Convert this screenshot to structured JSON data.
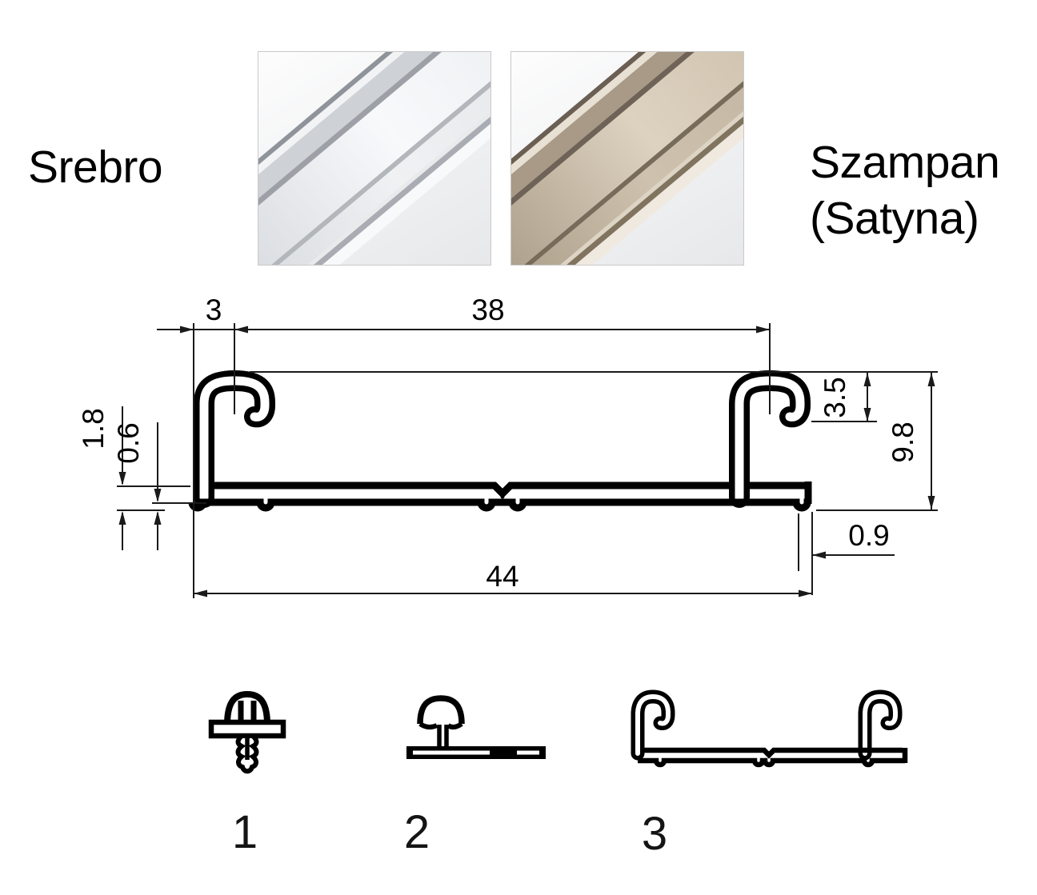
{
  "variants": {
    "silver": {
      "label": "Srebro",
      "color_hint": "#d9dbde"
    },
    "champagne": {
      "label_line1": "Szampan",
      "label_line2": "(Satyna)",
      "color_hint": "#a7977f"
    }
  },
  "drawing": {
    "dim_top_left_offset": "3",
    "dim_hook_span": "38",
    "dim_hook_depth": "3.5",
    "dim_total_height": "9.8",
    "dim_edge_thickness": "1.8",
    "dim_flange_thickness": "0.6",
    "dim_right_lip": "0.9",
    "dim_total_width": "44"
  },
  "footer_profiles": [
    {
      "num": "1"
    },
    {
      "num": "2"
    },
    {
      "num": "3"
    }
  ]
}
